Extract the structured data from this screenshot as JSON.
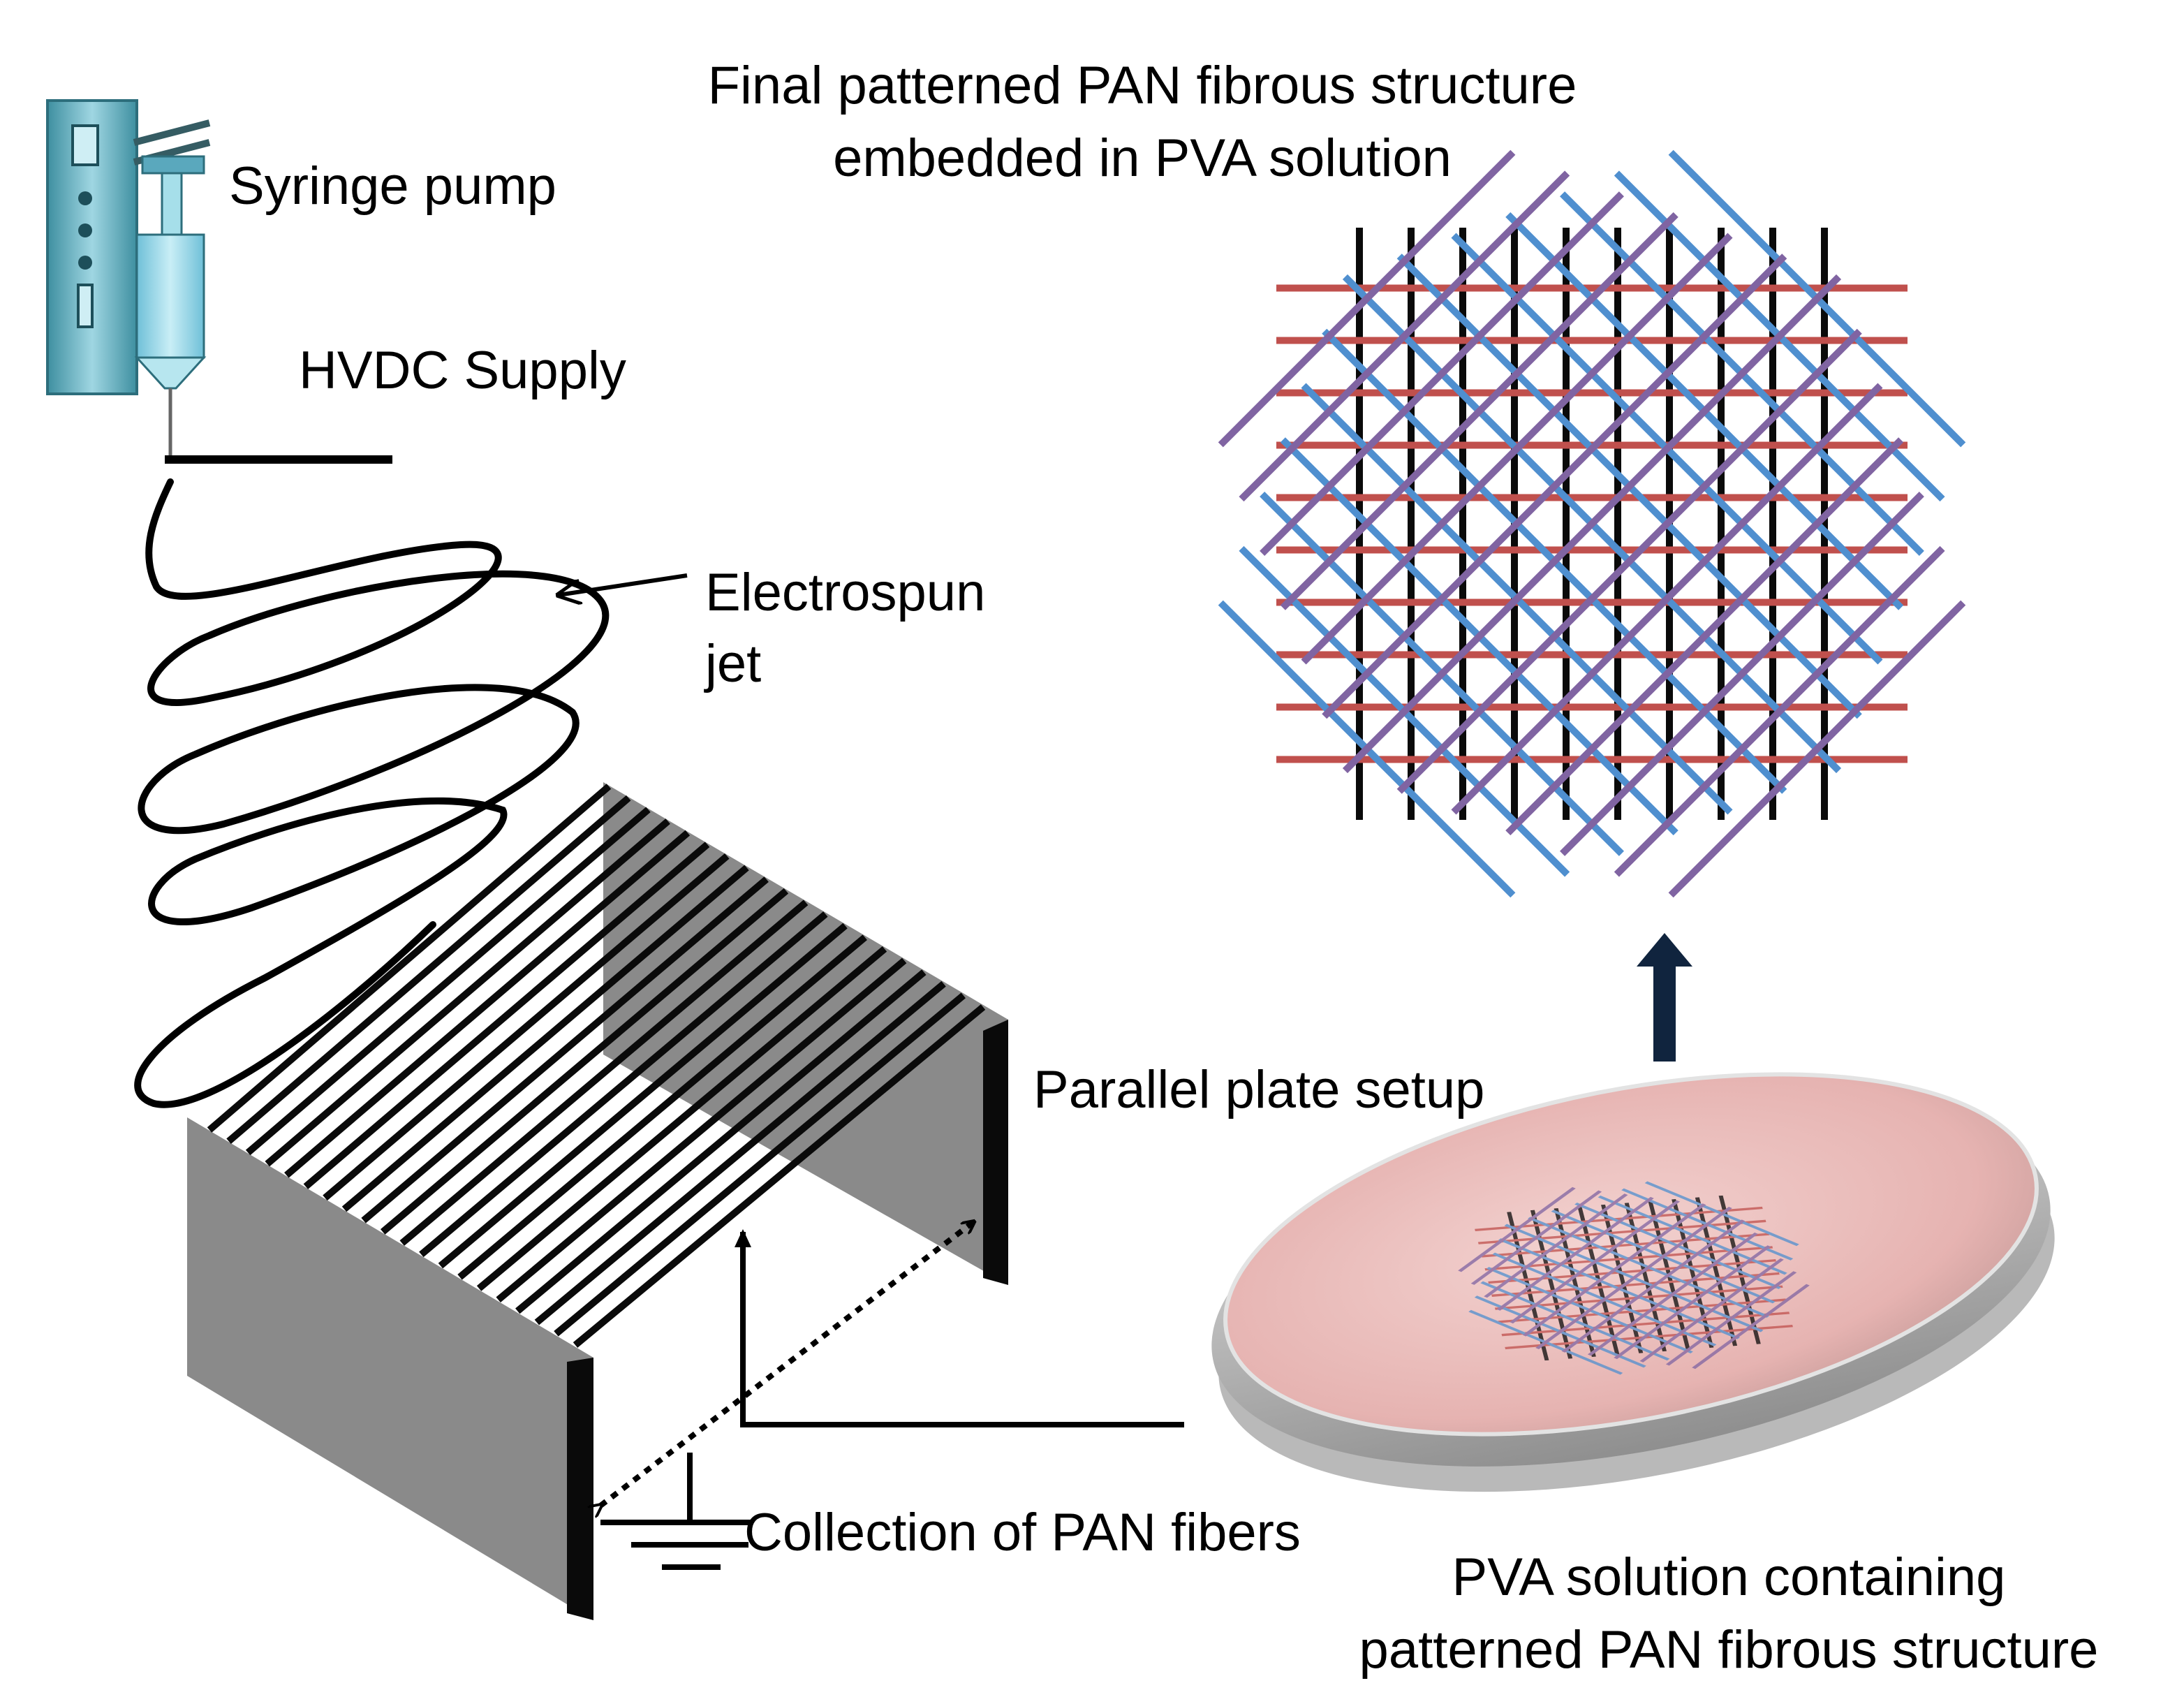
{
  "labels": {
    "syringe_pump": "Syringe pump",
    "hvdc_supply": "HVDC Supply",
    "electrospun_jet_line1": "Electrospun",
    "electrospun_jet_line2": "jet",
    "parallel_plate_setup": "Parallel plate setup",
    "collection": "Collection of PAN fibers",
    "final_line1": "Final patterned PAN fibrous structure",
    "final_line2": "embedded in PVA solution",
    "pva_line1": "PVA solution containing",
    "pva_line2": "patterned PAN fibrous structure"
  },
  "colors": {
    "fiber_black": "#0a0a0a",
    "fiber_red": "#c0504d",
    "fiber_blue": "#4f8fcf",
    "fiber_purple": "#8064a2",
    "plate_gray": "#8a8a8a",
    "arrow_navy": "#10243e",
    "dish_pink": "#e9b9b7",
    "syringe_blue": "#8fd0e0"
  }
}
